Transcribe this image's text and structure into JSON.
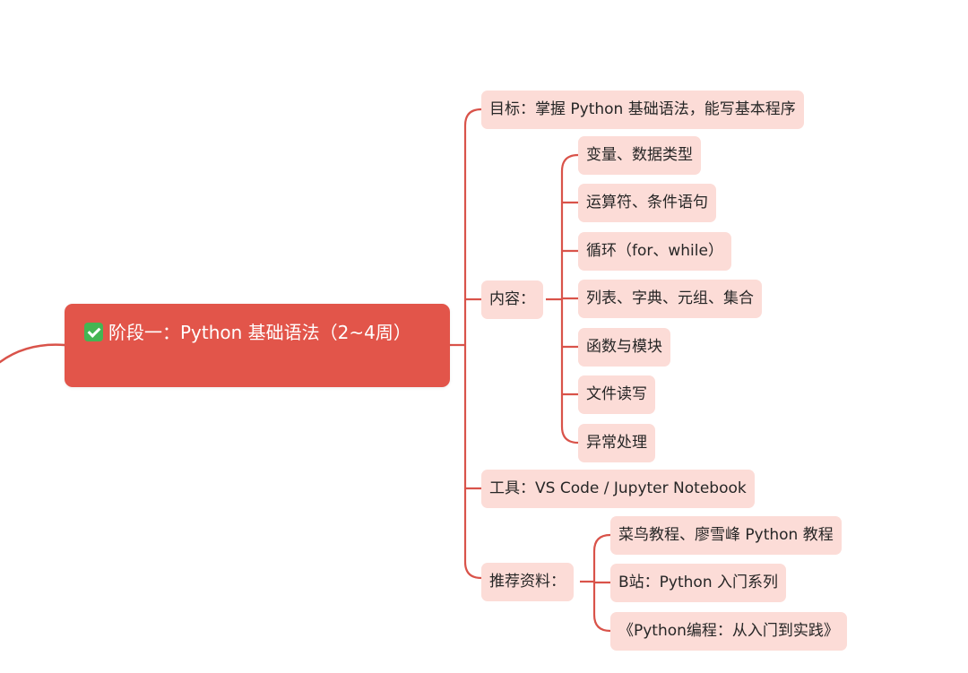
{
  "colors": {
    "root_bg": "#e2554a",
    "node_bg": "#fcdcd7",
    "line": "#d9534a",
    "check": "#44b553"
  },
  "root": {
    "icon": "check-mark-icon",
    "label": "阶段一：Python 基础语法（2~4周）"
  },
  "branches": {
    "goal": "目标：掌握 Python 基础语法，能写基本程序",
    "content": {
      "label": "内容：",
      "items": [
        "变量、数据类型",
        "运算符、条件语句",
        "循环（for、while）",
        "列表、字典、元组、集合",
        "函数与模块",
        "文件读写",
        "异常处理"
      ]
    },
    "tools": "工具：VS Code / Jupyter Notebook",
    "resources": {
      "label": "推荐资料：",
      "items": [
        "菜鸟教程、廖雪峰 Python 教程",
        "B站：Python 入门系列",
        "《Python编程：从入门到实践》"
      ]
    }
  }
}
